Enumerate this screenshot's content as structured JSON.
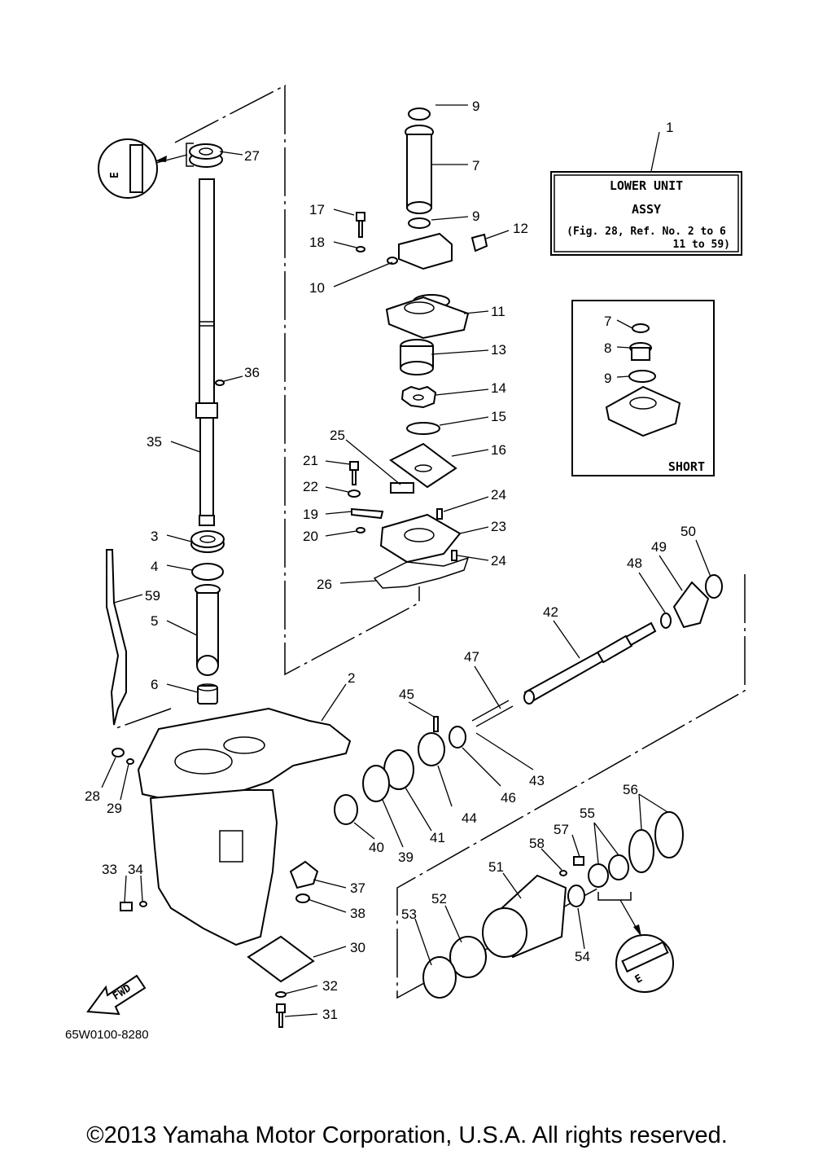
{
  "diagram_code": "65W0100-8280",
  "copyright": "©2013 Yamaha Motor Corporation, U.S.A. All rights reserved.",
  "assy_box": {
    "line1": "LOWER UNIT",
    "line2": "ASSY",
    "line3": "(Fig. 28, Ref. No. 2 to 6",
    "line4": "11 to 59)"
  },
  "short_box": {
    "label": "SHORT"
  },
  "fwd_label": "FWD",
  "grease_mark": "E",
  "callouts": [
    "1",
    "2",
    "3",
    "4",
    "5",
    "6",
    "7",
    "8",
    "9",
    "10",
    "11",
    "12",
    "13",
    "14",
    "15",
    "16",
    "17",
    "18",
    "19",
    "20",
    "21",
    "22",
    "23",
    "24",
    "25",
    "26",
    "27",
    "28",
    "29",
    "30",
    "31",
    "32",
    "33",
    "34",
    "35",
    "36",
    "37",
    "38",
    "39",
    "40",
    "41",
    "42",
    "43",
    "44",
    "45",
    "46",
    "47",
    "48",
    "49",
    "50",
    "51",
    "52",
    "53",
    "54",
    "55",
    "56",
    "57",
    "58",
    "59"
  ]
}
